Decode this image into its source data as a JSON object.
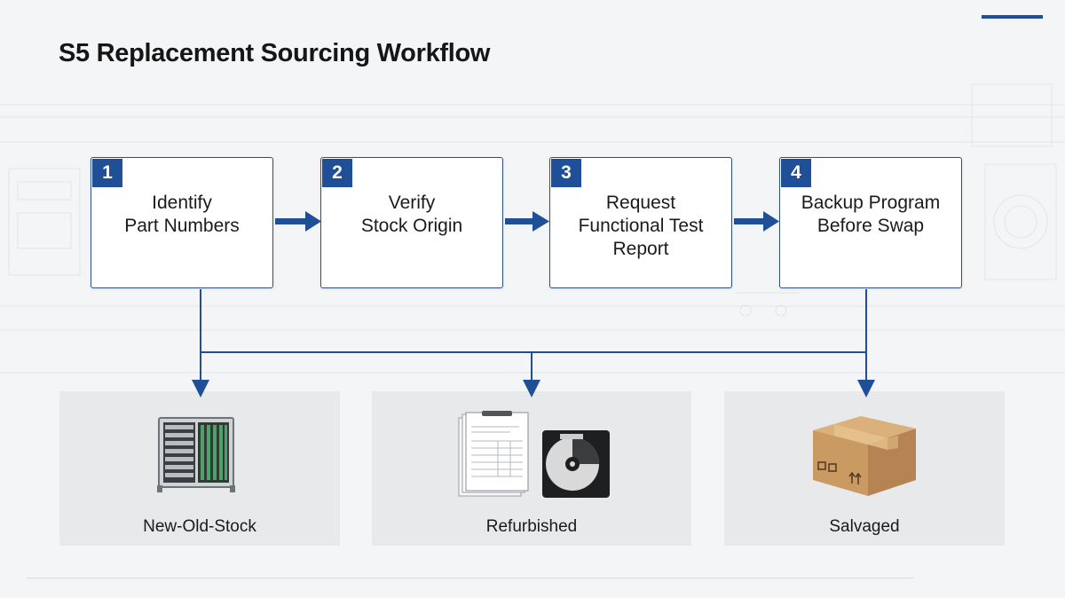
{
  "title": "S5 Replacement Sourcing Workflow",
  "steps": [
    {
      "number": "1",
      "lines": [
        "Identify",
        "Part Numbers"
      ]
    },
    {
      "number": "2",
      "lines": [
        "Verify",
        "Stock Origin"
      ]
    },
    {
      "number": "3",
      "lines": [
        "Request",
        "Functional Test",
        "Report"
      ]
    },
    {
      "number": "4",
      "lines": [
        "Backup Program",
        "Before Swap"
      ]
    }
  ],
  "sources": [
    {
      "label": "New-Old-Stock",
      "icon": "equipment-rack-icon"
    },
    {
      "label": "Refurbished",
      "icon": "test-report-and-disk-icon"
    },
    {
      "label": "Salvaged",
      "icon": "cardboard-box-icon"
    }
  ],
  "colors": {
    "accent": "#1f4f96",
    "panel": "#e8e9eb",
    "box_border": "#2d4f86"
  }
}
